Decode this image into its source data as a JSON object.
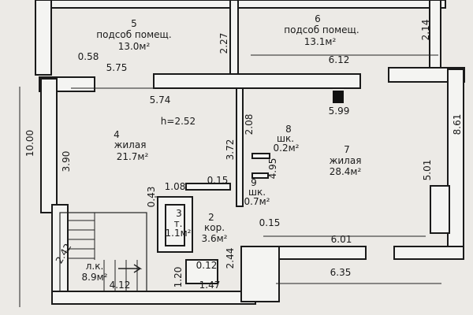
{
  "rooms": {
    "r5": {
      "num": "5",
      "name": "подсоб помещ.",
      "area": "13.0м²"
    },
    "r6": {
      "num": "6",
      "name": "подсоб помещ.",
      "area": "13.1м²"
    },
    "r4": {
      "num": "4",
      "name": "жилая",
      "area": "21.7м²"
    },
    "r7": {
      "num": "7",
      "name": "жилая",
      "area": "28.4м²"
    },
    "r8": {
      "num": "8",
      "name": "шк.",
      "area": "0.2м²"
    },
    "r9": {
      "num": "9",
      "name": "шк.",
      "area": "0.7м²"
    },
    "r3": {
      "num": "3",
      "name": "т.",
      "area": "1.1м²"
    },
    "r2": {
      "num": "2",
      "name": "кор.",
      "area": "3.6м²"
    },
    "r1": {
      "name": "л.к.",
      "area": "8.9м²"
    }
  },
  "height": "h=2.52",
  "dims": {
    "d227": "2.27",
    "d214": "2.14",
    "d058": "0.58",
    "d575": "5.75",
    "d612": "6.12",
    "d574": "5.74",
    "d599": "5.99",
    "d861": "8.61",
    "d208": "2.08",
    "d1000": "10.00",
    "d390": "3.90",
    "d372": "3.72",
    "d495": "4.95",
    "d501": "5.01",
    "d015a": "0.15",
    "d108": "1.08",
    "d043": "0.43",
    "d015b": "0.15",
    "d601": "6.01",
    "d244": "2.44",
    "d012": "0.12",
    "d635": "6.35",
    "d242": "2.42",
    "d412": "4.12",
    "d120": "1.20",
    "d147": "1.47"
  }
}
